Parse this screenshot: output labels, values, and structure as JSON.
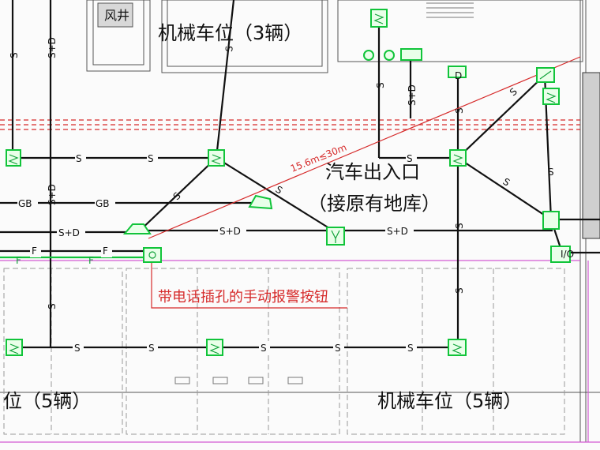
{
  "labels": {
    "feng_jing": "风井",
    "parking_top": "机械车位（3辆）",
    "car_entrance": "汽车出入口",
    "car_entrance_note": "（接原有地库）",
    "parking_left": "位（5辆）",
    "parking_right": "机械车位（5辆）",
    "alarm_callout": "带电话插孔的手动报警按钮",
    "distance": "15.6m≤30m"
  },
  "line_codes": {
    "s": "S",
    "sd": "S+D",
    "gb": "GB",
    "f": "F",
    "d": "D",
    "i_o": "I/O"
  },
  "colors": {
    "line": "#111111",
    "device": "#11c43a",
    "annotation": "#d62b2b",
    "dashed_grid": "#9a9a9a",
    "magenta_wall": "#d35ad3"
  }
}
